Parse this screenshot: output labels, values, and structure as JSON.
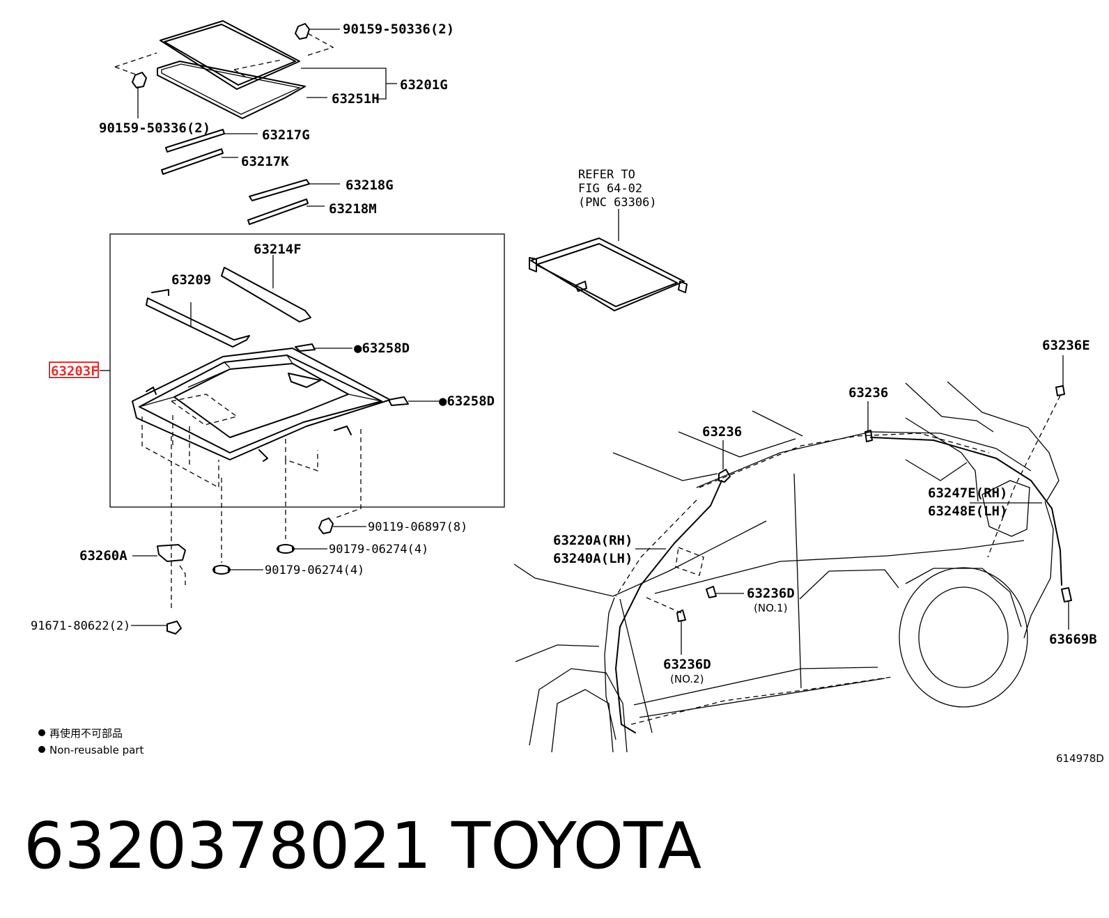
{
  "labels": {
    "p90159_top": "90159-50336(2)",
    "p90159_left": "90159-50336(2)",
    "p63201G": "63201G",
    "p63251H": "63251H",
    "p63217G": "63217G",
    "p63217K": "63217K",
    "p63218G": "63218G",
    "p63218M": "63218M",
    "p63214F": "63214F",
    "p63209": "63209",
    "p63258D_a": "●63258D",
    "p63258D_b": "●63258D",
    "p63203F": "63203F",
    "p63260A": "63260A",
    "p90119": "90119-06897(8)",
    "p90179_a": "90179-06274(4)",
    "p90179_b": "90179-06274(4)",
    "p91671": "91671-80622(2)",
    "p63236E": "63236E",
    "p63236_a": "63236",
    "p63236_b": "63236",
    "p63247E": "63247E(RH)",
    "p63248E": "63248E(LH)",
    "p63220A": "63220A(RH)",
    "p63240A": "63240A(LH)",
    "p63236D_1": "63236D",
    "p63236D_1_sub": "(NO.1)",
    "p63236D_2": "63236D",
    "p63236D_2_sub": "(NO.2)",
    "p63669B": "63669B",
    "refer_1": "REFER TO",
    "refer_2": "FIG 64-02",
    "refer_3": "(PNC 63306)"
  },
  "notes": {
    "jp": "再使用不可部品",
    "en": "Non-reusable part"
  },
  "figure_code": "614978D",
  "footer": {
    "part_number": "6320378021",
    "brand": "TOYOTA"
  },
  "highlight_color": "#e03030"
}
